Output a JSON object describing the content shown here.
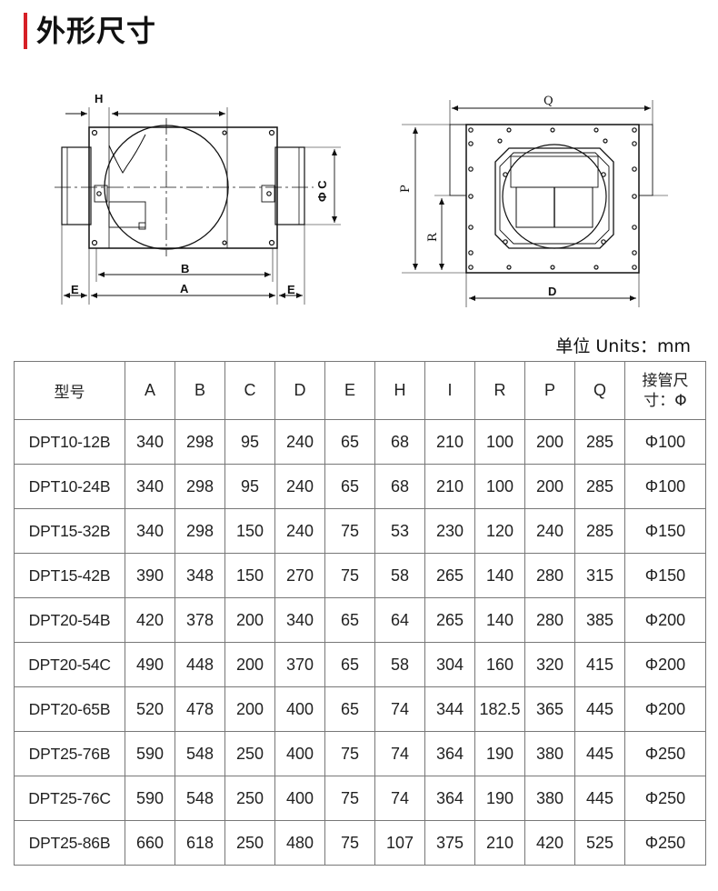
{
  "title": "外形尺寸",
  "units_label": "单位 Units：mm",
  "drawing_labels": {
    "H": "H",
    "C": "Φ C",
    "B": "B",
    "A": "A",
    "E_left": "E",
    "E_right": "E",
    "Q": "Q",
    "P": "P",
    "R": "R",
    "D": "D"
  },
  "table": {
    "headers": [
      "型号",
      "A",
      "B",
      "C",
      "D",
      "E",
      "H",
      "I",
      "R",
      "P",
      "Q",
      "接管尺寸：Φ"
    ],
    "rows": [
      [
        "DPT10-12B",
        "340",
        "298",
        "95",
        "240",
        "65",
        "68",
        "210",
        "100",
        "200",
        "285",
        "Φ100"
      ],
      [
        "DPT10-24B",
        "340",
        "298",
        "95",
        "240",
        "65",
        "68",
        "210",
        "100",
        "200",
        "285",
        "Φ100"
      ],
      [
        "DPT15-32B",
        "340",
        "298",
        "150",
        "240",
        "75",
        "53",
        "230",
        "120",
        "240",
        "285",
        "Φ150"
      ],
      [
        "DPT15-42B",
        "390",
        "348",
        "150",
        "270",
        "75",
        "58",
        "265",
        "140",
        "280",
        "315",
        "Φ150"
      ],
      [
        "DPT20-54B",
        "420",
        "378",
        "200",
        "340",
        "65",
        "64",
        "265",
        "140",
        "280",
        "385",
        "Φ200"
      ],
      [
        "DPT20-54C",
        "490",
        "448",
        "200",
        "370",
        "65",
        "58",
        "304",
        "160",
        "320",
        "415",
        "Φ200"
      ],
      [
        "DPT20-65B",
        "520",
        "478",
        "200",
        "400",
        "65",
        "74",
        "344",
        "182.5",
        "365",
        "445",
        "Φ200"
      ],
      [
        "DPT25-76B",
        "590",
        "548",
        "250",
        "400",
        "75",
        "74",
        "364",
        "190",
        "380",
        "445",
        "Φ250"
      ],
      [
        "DPT25-76C",
        "590",
        "548",
        "250",
        "400",
        "75",
        "74",
        "364",
        "190",
        "380",
        "445",
        "Φ250"
      ],
      [
        "DPT25-86B",
        "660",
        "618",
        "250",
        "480",
        "75",
        "107",
        "375",
        "210",
        "420",
        "525",
        "Φ250"
      ]
    ]
  }
}
